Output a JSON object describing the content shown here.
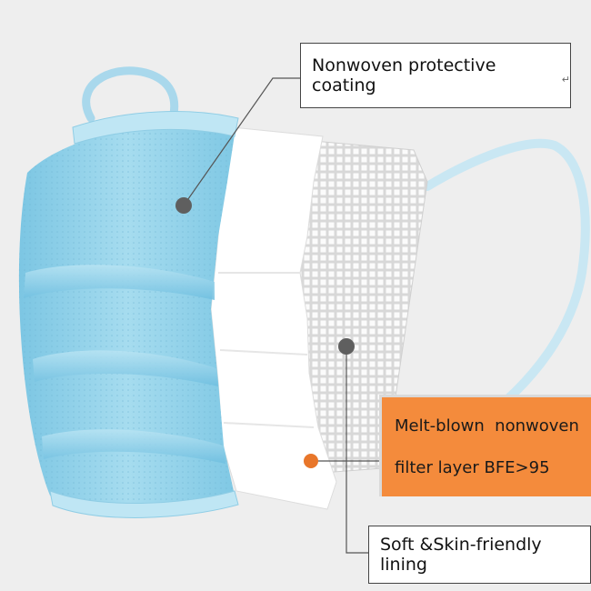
{
  "labels": {
    "coating": "Nonwoven protective coating",
    "coating_mark": "↵",
    "filter_line1": "Melt-blown  nonwoven",
    "filter_line2": "filter layer BFE>95",
    "lining": "Soft &Skin-friendly lining"
  },
  "colors": {
    "background": "#eeeeee",
    "mask_blue": "#8fd0e8",
    "mask_blue_dark": "#5fb6d8",
    "filter_white": "#ffffff",
    "callout_orange": "#f48b3c",
    "leader_gray": "#555555",
    "dot_gray": "#5f5f5f",
    "dot_orange": "#e8762a"
  }
}
